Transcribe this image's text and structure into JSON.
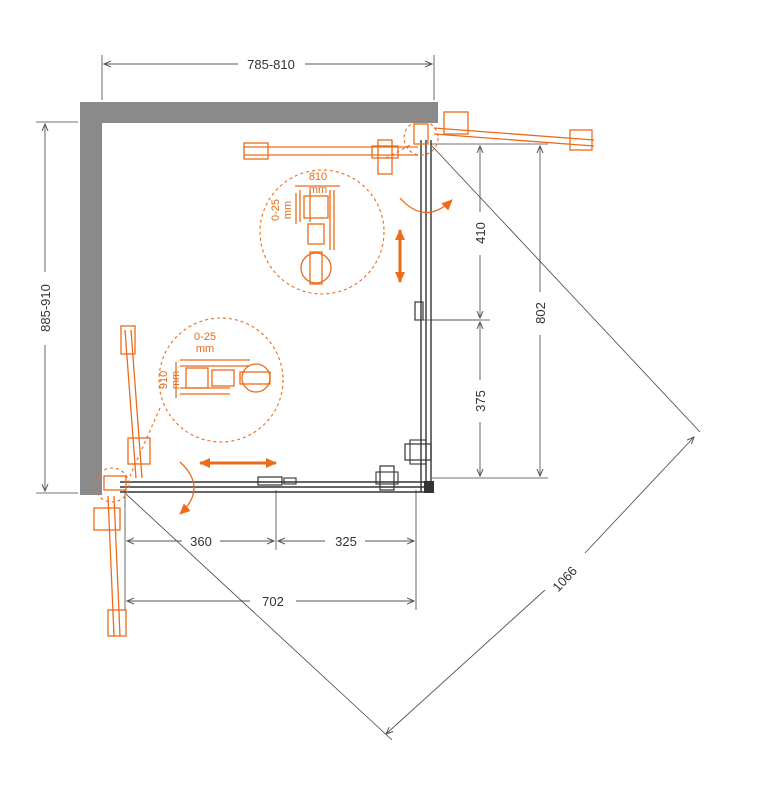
{
  "dimensions": {
    "width_range": "785-810",
    "depth_range": "885-910",
    "right_upper": "410",
    "right_lower": "375",
    "right_total": "802",
    "bottom_left": "360",
    "bottom_right": "325",
    "bottom_total": "702",
    "diagonal": "1066"
  },
  "detail_top": {
    "value": "810",
    "unit": "mm",
    "range": "0-25",
    "range_unit": "mm"
  },
  "detail_left": {
    "range": "0-25",
    "range_unit": "mm",
    "value": "910",
    "unit": "mm"
  },
  "colors": {
    "accent": "#ec6b1a",
    "wall": "#8a8a8a",
    "line": "#333333"
  }
}
